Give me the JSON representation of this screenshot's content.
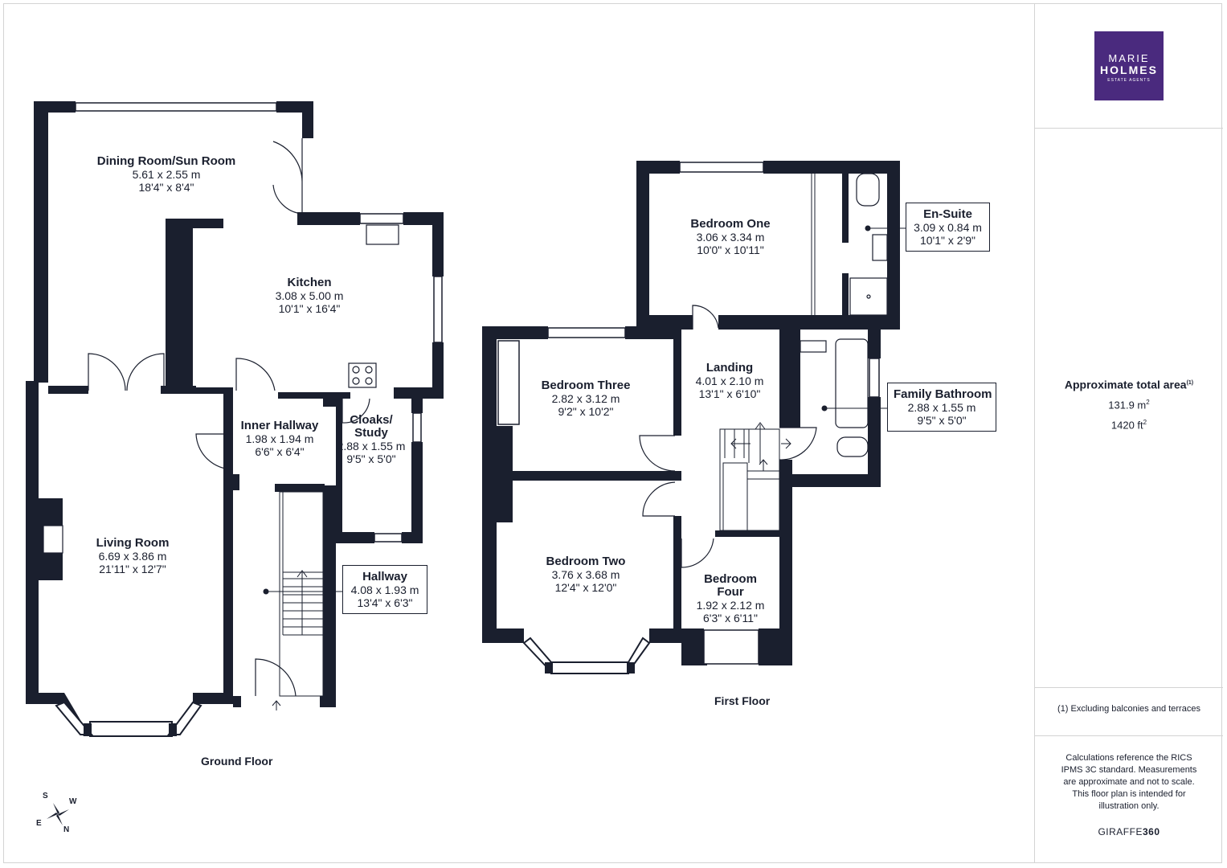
{
  "brand": {
    "logo_line1": "MARIE",
    "logo_line2": "HOLMES",
    "logo_line3": "ESTATE AGENTS",
    "color": "#4a2a7e"
  },
  "colors": {
    "wall": "#1a1f2e",
    "text": "#1a1f2e"
  },
  "floors": {
    "ground": "Ground Floor",
    "first": "First Floor"
  },
  "rooms": {
    "dining": {
      "name": "Dining Room/Sun Room",
      "metric": "5.61 x 2.55 m",
      "imperial": "18'4\" x 8'4\""
    },
    "kitchen": {
      "name": "Kitchen",
      "metric": "3.08 x 5.00 m",
      "imperial": "10'1\" x 16'4\""
    },
    "inner_hallway": {
      "name": "Inner Hallway",
      "metric": "1.98 x 1.94 m",
      "imperial": "6'6\" x 6'4\""
    },
    "cloaks": {
      "name_line1": "Cloaks/",
      "name_line2": "Study",
      "metric": "2.88 x 1.55 m",
      "imperial": "9'5\" x 5'0\""
    },
    "living": {
      "name": "Living Room",
      "metric": "6.69 x 3.86 m",
      "imperial": "21'11\" x 12'7\""
    },
    "hallway": {
      "name": "Hallway",
      "metric": "4.08 x 1.93 m",
      "imperial": "13'4\" x 6'3\""
    },
    "bedroom_one": {
      "name": "Bedroom One",
      "metric": "3.06 x 3.34 m",
      "imperial": "10'0\" x 10'11\""
    },
    "en_suite": {
      "name": "En-Suite",
      "metric": "3.09 x 0.84 m",
      "imperial": "10'1\" x 2'9\""
    },
    "bedroom_three": {
      "name": "Bedroom Three",
      "metric": "2.82 x 3.12 m",
      "imperial": "9'2\" x 10'2\""
    },
    "landing": {
      "name": "Landing",
      "metric": "4.01 x 2.10 m",
      "imperial": "13'1\" x 6'10\""
    },
    "family_bathroom": {
      "name": "Family Bathroom",
      "metric": "2.88 x 1.55 m",
      "imperial": "9'5\" x 5'0\""
    },
    "bedroom_two": {
      "name": "Bedroom Two",
      "metric": "3.76 x 3.68 m",
      "imperial": "12'4\" x 12'0\""
    },
    "bedroom_four": {
      "name_line1": "Bedroom",
      "name_line2": "Four",
      "metric": "1.92 x 2.12 m",
      "imperial": "6'3\" x 6'11\""
    }
  },
  "summary": {
    "title": "Approximate total area",
    "title_sup": "(1)",
    "area_m2": "131.9 m",
    "area_m2_sup": "2",
    "area_ft2": "1420 ft",
    "area_ft2_sup": "2",
    "note": "(1) Excluding balconies and terraces",
    "disclaimer": "Calculations reference the RICS IPMS 3C standard. Measurements are approximate and not to scale. This floor plan is intended for illustration only.",
    "credit_prefix": "GIRAFFE",
    "credit_suffix": "360"
  },
  "compass": {
    "n": "N",
    "s": "S",
    "e": "E",
    "w": "W"
  }
}
